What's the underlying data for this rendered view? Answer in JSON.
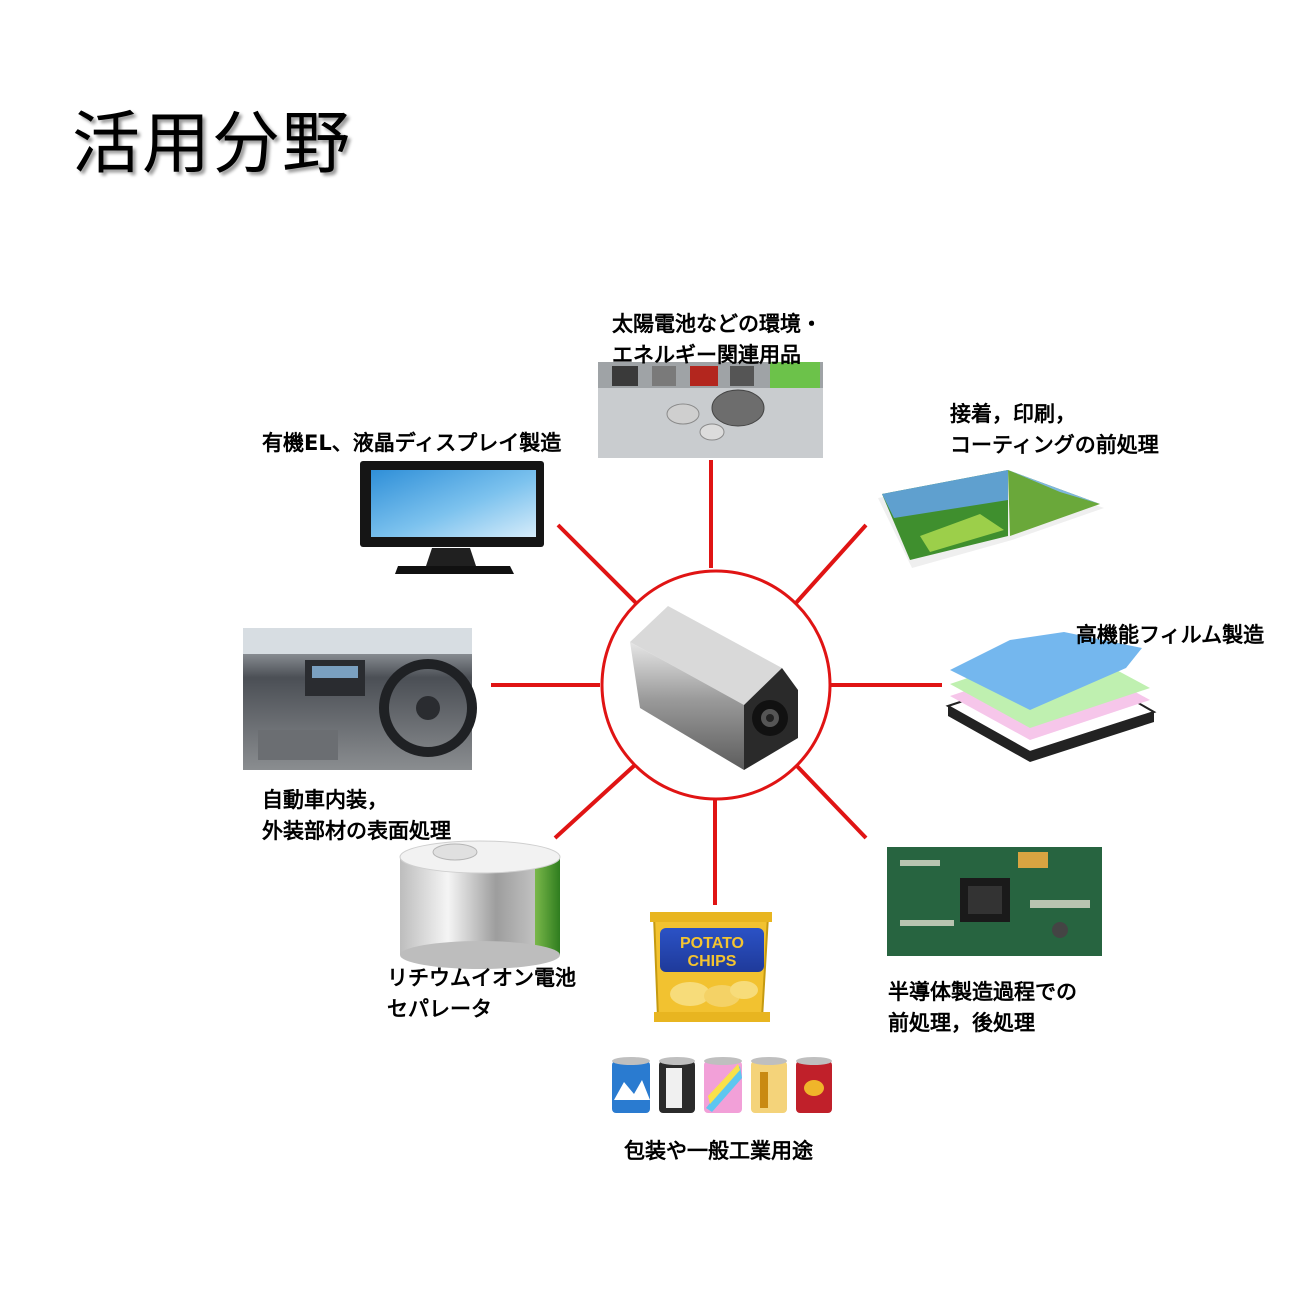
{
  "title": "活用分野",
  "colors": {
    "connector": "#e01414",
    "hub_ring": "#e01414"
  },
  "hub": {
    "icon": "plasma-head-icon"
  },
  "applications": [
    {
      "id": "energy",
      "icon": "battery-cells-icon",
      "lines": [
        "太陽電池などの環境・",
        "エネルギー関連用品"
      ]
    },
    {
      "id": "display",
      "icon": "monitor-icon",
      "lines": [
        "有機EL、液晶ディスプレイ製造"
      ]
    },
    {
      "id": "adhesion",
      "icon": "open-magazine-icon",
      "lines": [
        "接着，印刷，",
        "コーティングの前処理"
      ]
    },
    {
      "id": "film",
      "icon": "film-layers-icon",
      "lines": [
        "高機能フィルム製造"
      ]
    },
    {
      "id": "automotive",
      "icon": "car-interior-icon",
      "lines": [
        "自動車内装，",
        "外装部材の表面処理"
      ]
    },
    {
      "id": "battery-separator",
      "icon": "film-roll-icon",
      "lines": [
        "リチウムイオン電池",
        "セパレータ"
      ]
    },
    {
      "id": "packaging",
      "icon": "chips-bag-icon",
      "lines": [
        "包装や一般工業用途"
      ],
      "bag_text": [
        "POTATO",
        "CHIPS"
      ]
    },
    {
      "id": "semiconductor",
      "icon": "circuit-board-icon",
      "lines": [
        "半導体製造過程での",
        "前処理，後処理"
      ]
    }
  ]
}
